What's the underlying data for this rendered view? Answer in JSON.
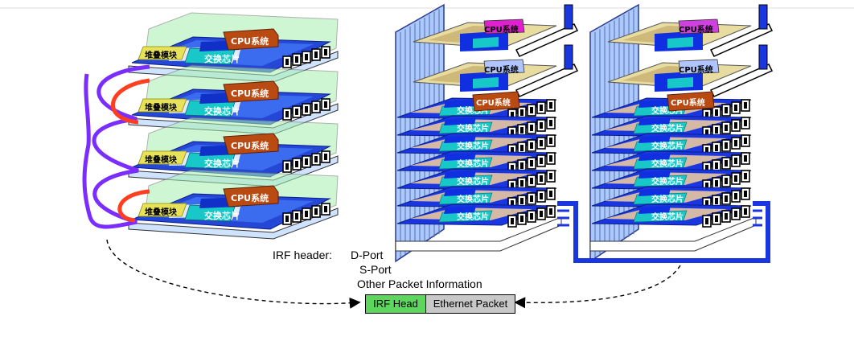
{
  "labels": {
    "cpu": "CPU系统",
    "switch": "交换芯片",
    "stack": "堆叠模块"
  },
  "caption": {
    "header_label": "IRF  header:",
    "dport": "D-Port",
    "sport": "S-Port",
    "other": "Other Packet Information"
  },
  "packet": {
    "irf_head": "IRF Head",
    "ethernet": "Ethernet Packet"
  },
  "colors": {
    "board_blue": "#2447d6",
    "board_mid": "#3b6cf0",
    "green_glow": "#a8f0b0",
    "cpu": "#b84a12",
    "chip_blue": "#1030c8",
    "cyan": "#18c8c8",
    "yellow": "#e8e25a",
    "stack_cable": "#7b2cff",
    "ring_cable": "#ff3d1f",
    "chassis_blue": "#1a36e0",
    "irf_head": "#5cd65c",
    "ethernet": "#c8c8c8"
  }
}
